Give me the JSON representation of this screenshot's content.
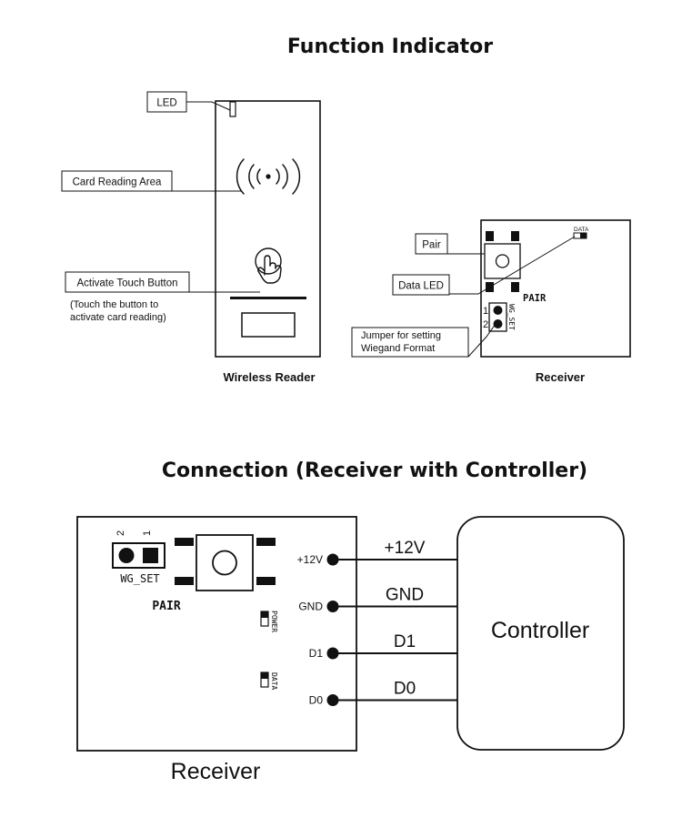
{
  "function_indicator": {
    "title": "Function Indicator",
    "callouts": {
      "led": "LED",
      "card_reading_area": "Card Reading Area",
      "activate_touch_button": "Activate Touch Button",
      "touch_note_line1": "(Touch the button to",
      "touch_note_line2": "activate card reading)"
    },
    "reader_caption": "Wireless Reader",
    "receiver": {
      "caption": "Receiver",
      "pair_callout": "Pair",
      "data_led_callout": "Data LED",
      "jumper_callout_line1": "Jumper for setting",
      "jumper_callout_line2": "Wiegand Format",
      "data_marking": "DATA",
      "pair_marking": "PAIR",
      "wg_set_marking": "WG_SET",
      "pin1": "1",
      "pin2": "2"
    }
  },
  "connection": {
    "title": "Connection (Receiver with Controller)",
    "receiver_caption": "Receiver",
    "jumper_label": "WG_SET",
    "jumper_pin2": "2",
    "jumper_pin1": "1",
    "pair_label": "PAIR",
    "power_marking": "POWER",
    "data_marking": "DATA",
    "terminals": [
      "+12V",
      "GND",
      "D1",
      "D0"
    ],
    "wires": [
      "+12V",
      "GND",
      "D1",
      "D0"
    ],
    "controller_label": "Controller"
  }
}
